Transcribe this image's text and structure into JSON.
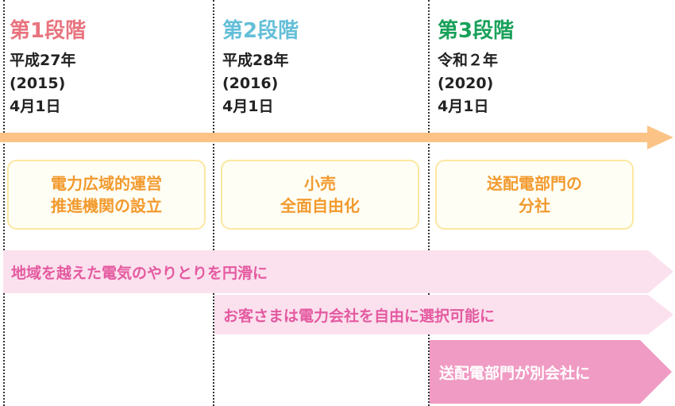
{
  "stages": [
    {
      "title": "第1段階",
      "era": "平成27年",
      "year": "(2015)",
      "date": "4月1日",
      "color": "#e8747f"
    },
    {
      "title": "第2段階",
      "era": "平成28年",
      "year": "(2016)",
      "date": "4月1日",
      "color": "#64bfd8"
    },
    {
      "title": "第3段階",
      "era": "令和２年",
      "year": "(2020)",
      "date": "4月1日",
      "color": "#18a15a"
    }
  ],
  "timeline_color": "#fbc486",
  "boxes": [
    {
      "line1": "電力広域的運営",
      "line2": "推進機関の設立"
    },
    {
      "line1": "小売",
      "line2": "全面自由化"
    },
    {
      "line1": "送配電部門の",
      "line2": "分社"
    }
  ],
  "box_colors": {
    "border": "#fbe7a0",
    "text": "#f29a2e"
  },
  "bands": [
    {
      "label": "地域を越えた電気のやりとりを円滑に",
      "fill": "#fbe1ee",
      "text_color": "#e45aa0"
    },
    {
      "label": "お客さまは電力会社を自由に選択可能に",
      "fill": "#fbe1ee",
      "text_color": "#e45aa0"
    },
    {
      "label": "送配電部門が別会社に",
      "fill": "#f09bc3",
      "text_color": "#ffffff"
    }
  ]
}
